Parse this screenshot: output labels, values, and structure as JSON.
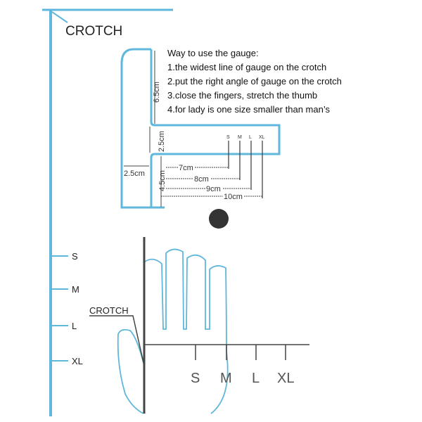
{
  "header": {
    "title": "CROTCH"
  },
  "side_scale": {
    "sizes": [
      "S",
      "M",
      "L",
      "XL"
    ]
  },
  "instructions": {
    "title": "Way to use the gauge:",
    "steps": [
      "1.the  widest  line of gauge on the crotch",
      "2.put the right angle of gauge on the crotch",
      "3.close the fingers, stretch the thumb",
      "4.for lady is one size smaller than man’s"
    ]
  },
  "gauge": {
    "dims": {
      "top_height": "6.5cm",
      "gap": "2.5cm",
      "lower_height": "4.5cm",
      "width": "2.5cm"
    },
    "sizes": [
      "S",
      "M",
      "L",
      "XL"
    ],
    "lengths": [
      "7cm",
      "8cm",
      "9cm",
      "10cm"
    ]
  },
  "hand": {
    "crotch_label": "CROTCH",
    "sizes": [
      "S",
      "M",
      "L",
      "XL"
    ]
  },
  "colors": {
    "accent": "#5fb7dc",
    "line": "#444444"
  }
}
